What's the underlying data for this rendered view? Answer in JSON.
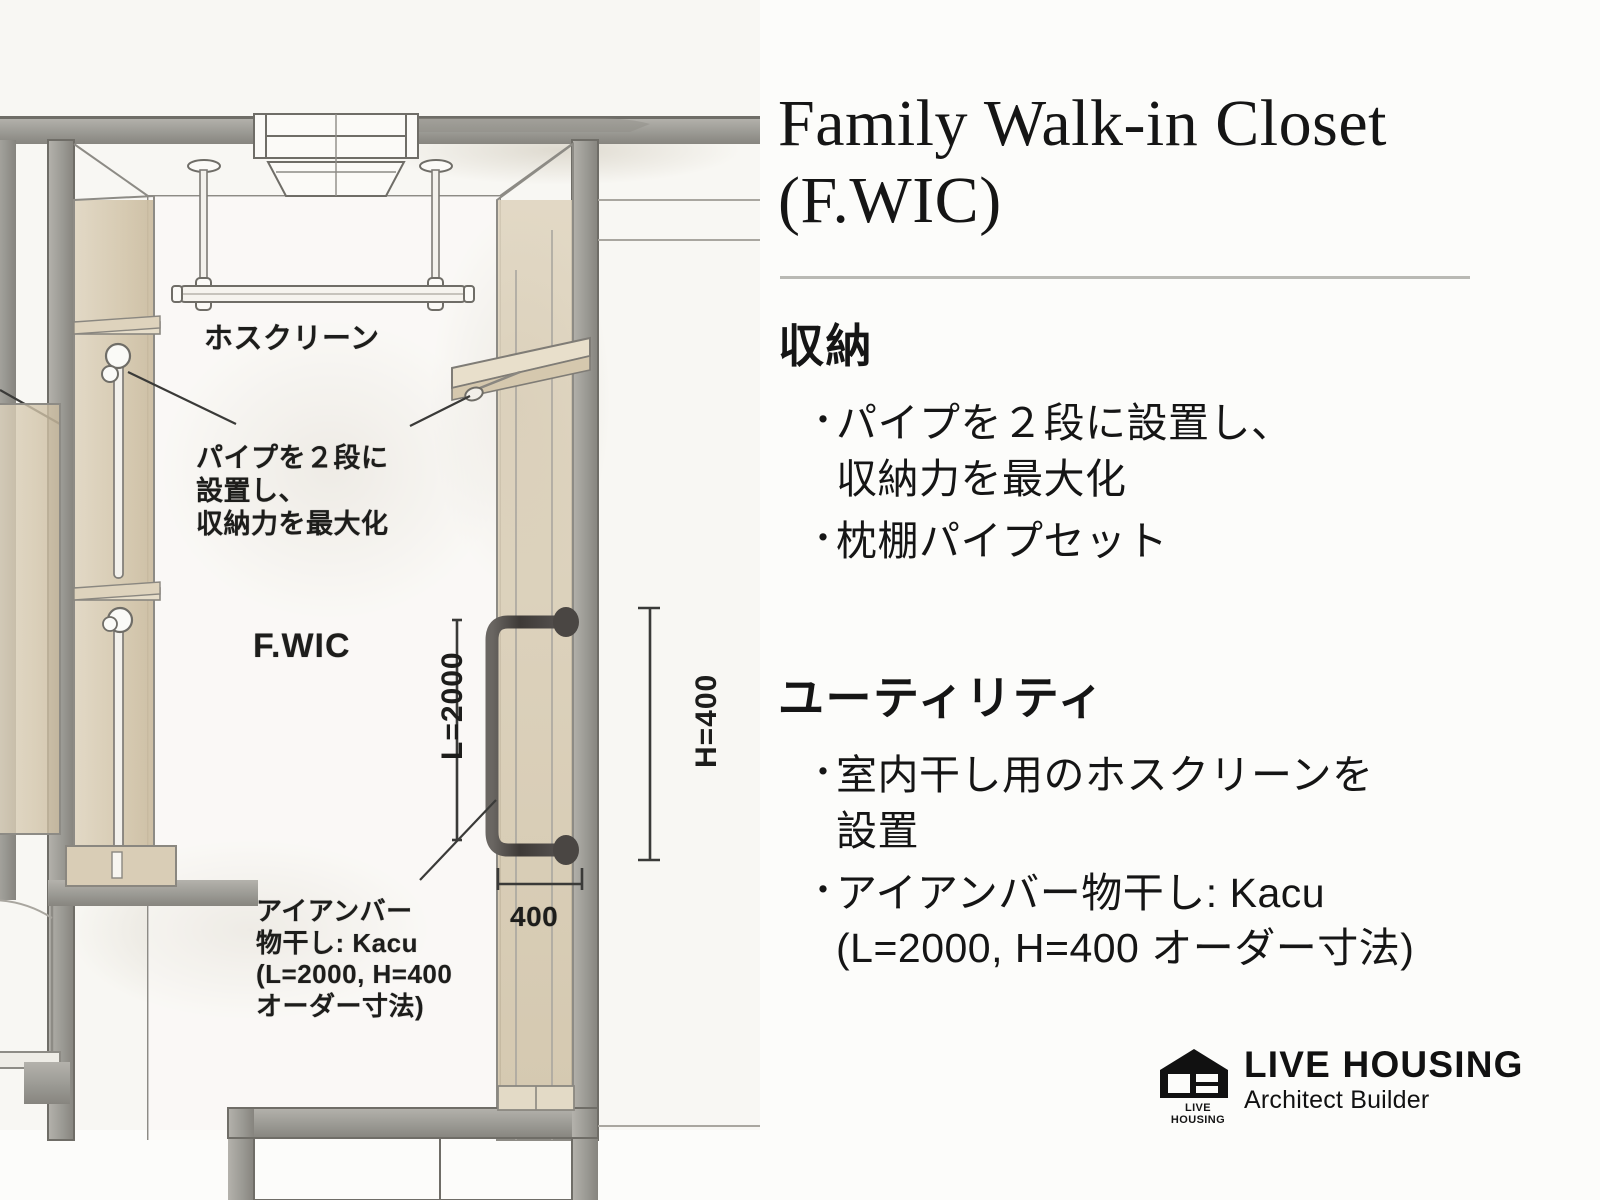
{
  "panel": {
    "title": "Family Walk-in Closet\n(F.WIC)",
    "sections": [
      {
        "heading": "収納",
        "bullets": [
          "パイプを２段に設置し、\n収納力を最大化",
          "枕棚パイプセット"
        ]
      },
      {
        "heading": "ユーティリティ",
        "bullets": [
          "室内干し用のホスクリーンを\n設置",
          "アイアンバー物干し: Kacu\n(L=2000, H=400 オーダー寸法)"
        ]
      }
    ],
    "bullet_marker": "・"
  },
  "plan": {
    "labels": {
      "hoscreen": "ホスクリーン",
      "pipe_two_tier": "パイプを２段に\n設置し、\n収納力を最大化",
      "room_name": "F.WIC",
      "iron_bar": "アイアンバー\n物干し: Kacu\n(L=2000, H=400\nオーダー寸法)",
      "dim_width": "400",
      "dim_length": "L=2000",
      "dim_height": "H=400"
    }
  },
  "logo": {
    "mark_caption": "LIVE HOUSING",
    "name": "LIVE HOUSING",
    "tagline": "Architect Builder"
  },
  "colors": {
    "background": "#fcfcfa",
    "plan_background": "#f7f6f2",
    "ink": "#151515",
    "wall_gray": "#9b9a95",
    "wood_tan": "#d9cdb6",
    "iron_dark": "#4a4643",
    "divider": "#b9b9b4"
  }
}
